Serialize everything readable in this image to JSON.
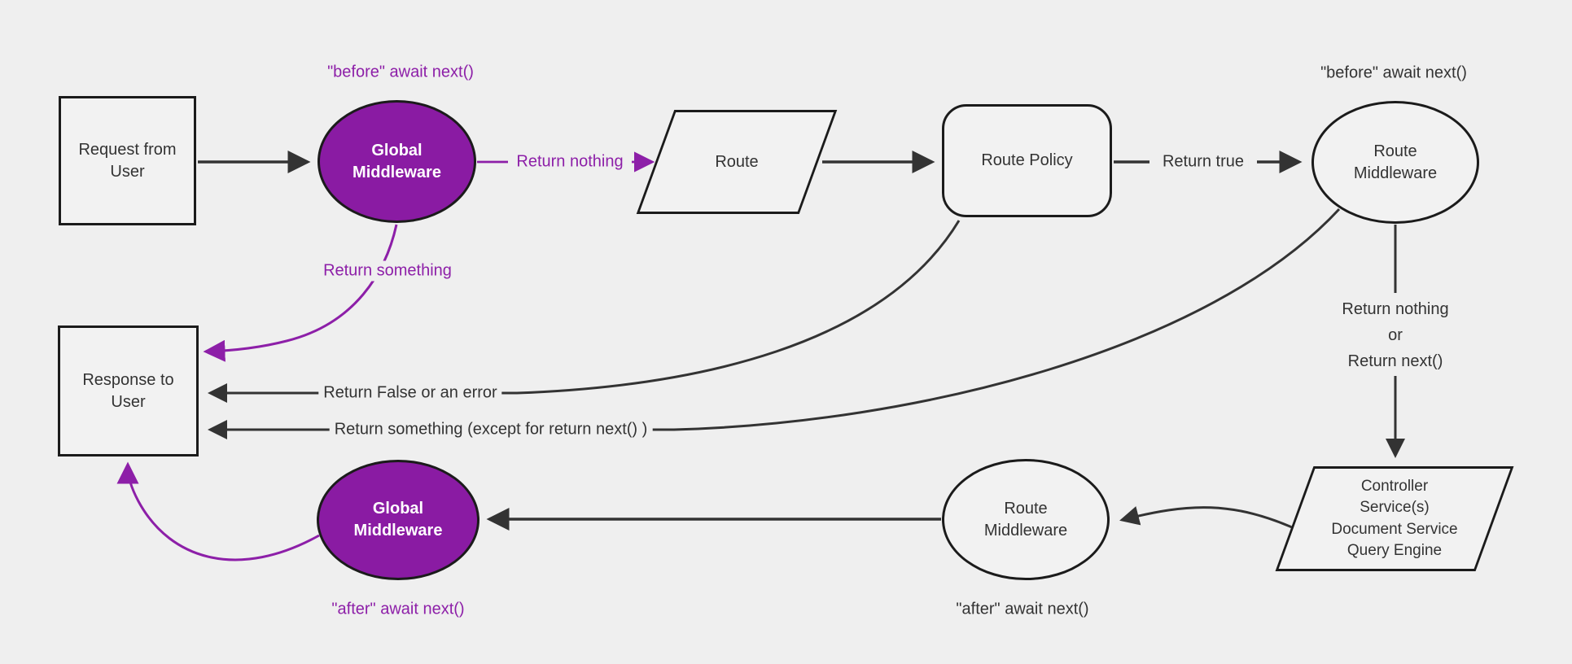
{
  "diagram": {
    "title_hint": "middleware request flow",
    "colors": {
      "background": "#efefef",
      "node_fill": "#f2f2f2",
      "node_border": "#1b1b1b",
      "edge": "#333333",
      "purple_fill": "#8a1ba3",
      "purple_label": "#8d1fa8",
      "node_text": "#333333",
      "purple_node_text": "#ffffff"
    },
    "nodes": {
      "request": {
        "lines": [
          "Request from",
          "User"
        ]
      },
      "global_before": {
        "lines": [
          "Global",
          "Middleware"
        ]
      },
      "route": {
        "lines": [
          "Route"
        ]
      },
      "route_policy": {
        "lines": [
          "Route Policy"
        ]
      },
      "route_mw_before": {
        "lines": [
          "Route",
          "Middleware"
        ]
      },
      "controller": {
        "lines": [
          "Controller",
          "Service(s)",
          "Document Service",
          "Query Engine"
        ]
      },
      "route_mw_after": {
        "lines": [
          "Route",
          "Middleware"
        ]
      },
      "global_after": {
        "lines": [
          "Global",
          "Middleware"
        ]
      },
      "response": {
        "lines": [
          "Response to",
          "User"
        ]
      }
    },
    "edge_labels": {
      "before_await_global": "\"before\" await next()",
      "return_nothing": "Return nothing",
      "return_true": "Return true",
      "before_await_route": "\"before\" await next()",
      "return_nothing_or": {
        "lines": [
          "Return nothing",
          "or",
          "Return next()"
        ]
      },
      "return_something": "Return something",
      "return_false": "Return False or an error",
      "return_something_except": "Return something (except for return next() )",
      "after_await_route": "\"after\" await next()",
      "after_await_global": "\"after\" await next()"
    }
  }
}
